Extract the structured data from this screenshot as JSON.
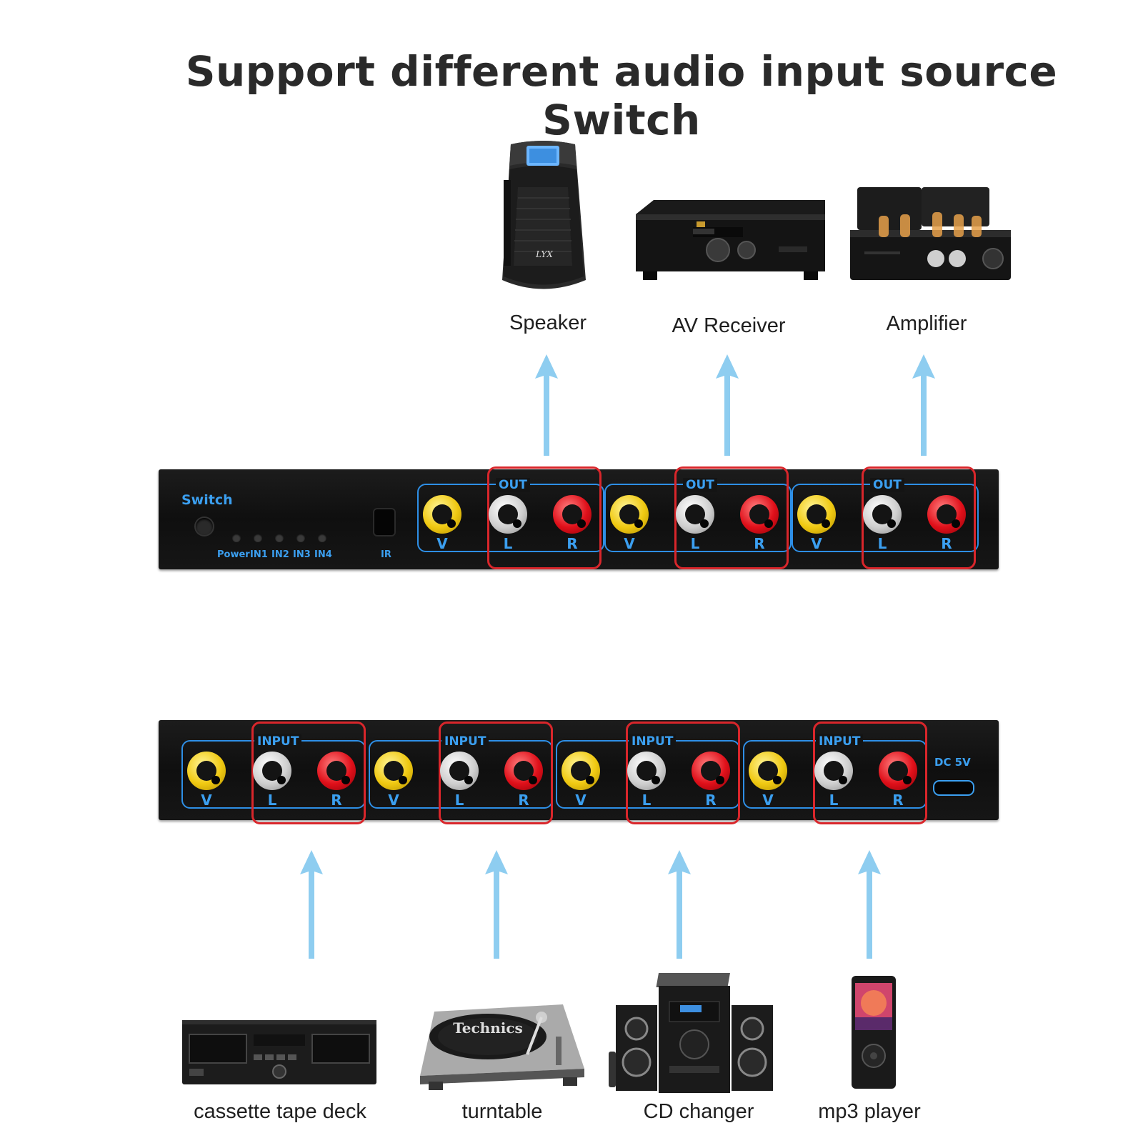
{
  "title": "Support different audio input source Switch",
  "outputs": [
    {
      "label": "Speaker"
    },
    {
      "label": "AV Receiver"
    },
    {
      "label": "Amplifier"
    }
  ],
  "inputs": [
    {
      "label": "cassette tape deck"
    },
    {
      "label": "turntable"
    },
    {
      "label": "CD changer"
    },
    {
      "label": "mp3 player"
    }
  ],
  "front_panel": {
    "switch_label": "Switch",
    "leds": [
      "Power",
      "IN1",
      "IN2",
      "IN3",
      "IN4"
    ],
    "ir_label": "IR",
    "out_label": "OUT",
    "jack_letters": [
      "V",
      "L",
      "R"
    ]
  },
  "rear_panel": {
    "input_label": "INPUT",
    "dc_label": "DC 5V",
    "jack_letters": [
      "V",
      "L",
      "R"
    ]
  },
  "brand_text": {
    "speaker_logo": "LYX",
    "turntable_logo": "Technics"
  },
  "colors": {
    "arrow": "#8ecdf0",
    "accent_blue": "#3b9ff0",
    "highlight_red": "#d9262b",
    "panel": "#141414"
  }
}
